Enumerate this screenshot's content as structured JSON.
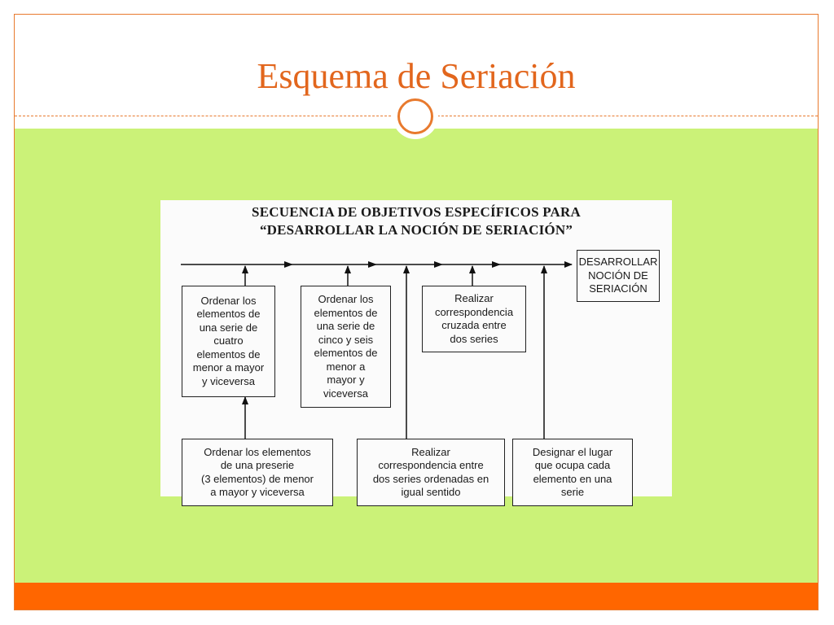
{
  "slide": {
    "title": "Esquema de Seriación"
  },
  "diagram": {
    "title_line1": "SECUENCIA DE OBJETIVOS ESPECÍFICOS PARA",
    "title_line2": "“DESARROLLAR LA NOCIÓN DE SERIACIÓN”",
    "boxes": {
      "goal": "DESARROLLAR\nNOCIÓN DE\nSERIACIÓN",
      "order_four": "Ordenar los\nelementos de\nuna serie de\ncuatro\nelementos de\nmenor a mayor\ny viceversa",
      "order_five_six": "Ordenar los\nelementos de\nuna serie de\ncinco y seis\nelementos de\nmenor a\nmayor y\nviceversa",
      "cross_correspondence": "Realizar\ncorrespondencia\ncruzada entre\ndos series",
      "preseries": "Ordenar los elementos\nde una preserie\n(3 elementos) de menor\na mayor y viceversa",
      "same_direction": "Realizar\ncorrespondencia entre\ndos series ordenadas en\nigual sentido",
      "position": "Designar el lugar\nque ocupa cada\nelemento en una\nserie"
    }
  },
  "colors": {
    "accent": "#e2661d",
    "band": "#ff6600",
    "content_bg": "#cbf278"
  }
}
